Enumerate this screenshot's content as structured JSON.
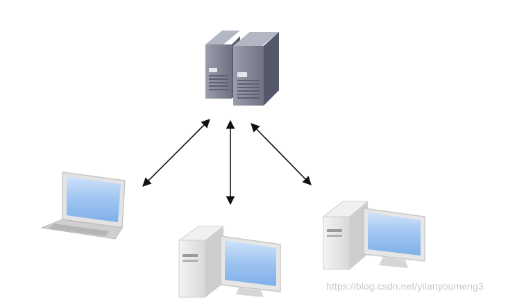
{
  "watermark": {
    "text": "https://blog.csdn.net/yilanyoumeng3"
  },
  "colors": {
    "server_body": "#7d808f",
    "server_dark": "#5a5d6b",
    "screen_blue": "#9ec4f0",
    "pc_body": "#e8e8e8",
    "arrow": "#111111"
  },
  "nodes": [
    {
      "id": "server",
      "icon": "server-rack-icon"
    },
    {
      "id": "laptop",
      "icon": "laptop-icon"
    },
    {
      "id": "desktop-center",
      "icon": "desktop-computer-icon"
    },
    {
      "id": "desktop-right",
      "icon": "desktop-computer-icon"
    }
  ],
  "edges": [
    {
      "from": "server",
      "to": "laptop",
      "arrow": "both"
    },
    {
      "from": "server",
      "to": "desktop-center",
      "arrow": "both"
    },
    {
      "from": "server",
      "to": "desktop-right",
      "arrow": "both"
    }
  ]
}
